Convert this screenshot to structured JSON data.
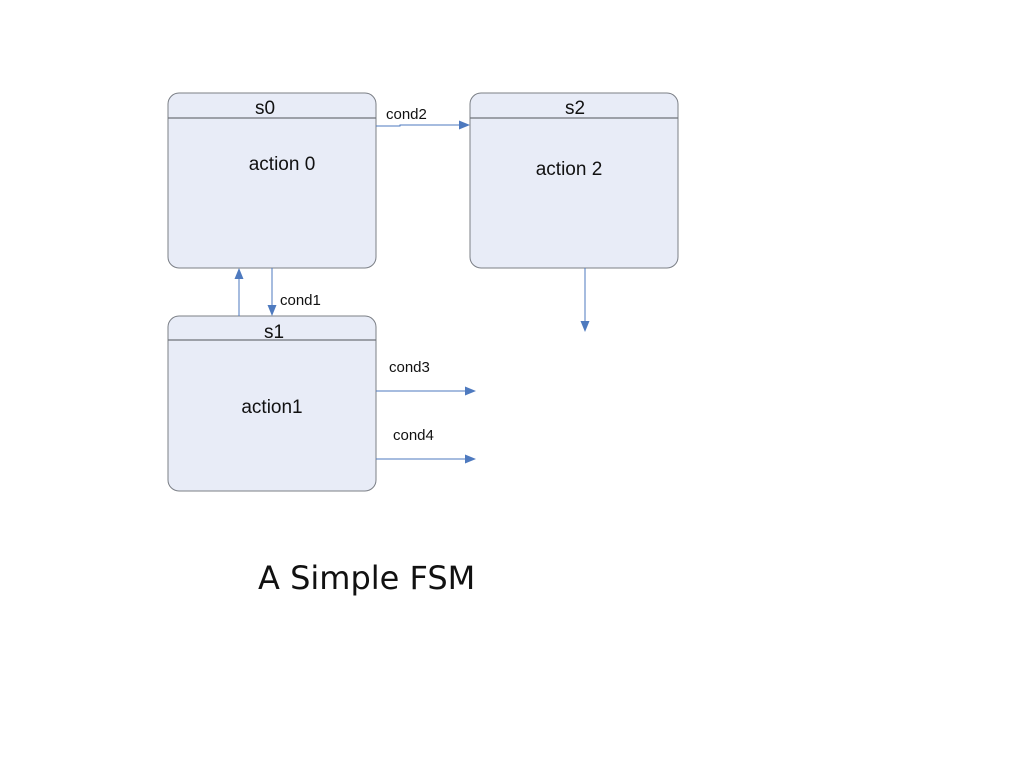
{
  "diagram": {
    "title": "A Simple FSM",
    "states": [
      {
        "id": "s0",
        "name": "s0",
        "action": "action 0"
      },
      {
        "id": "s1",
        "name": "s1",
        "action": "action1"
      },
      {
        "id": "s2",
        "name": "s2",
        "action": "action 2"
      }
    ],
    "transitions": [
      {
        "id": "cond1",
        "label": "cond1",
        "from": "s0",
        "to": "s1"
      },
      {
        "id": "cond2",
        "label": "cond2",
        "from": "s0",
        "to": "s2"
      },
      {
        "id": "cond3",
        "label": "cond3",
        "from": "s1",
        "to": ""
      },
      {
        "id": "cond4",
        "label": "cond4",
        "from": "s1",
        "to": ""
      },
      {
        "id": "s1-to-s0",
        "label": "",
        "from": "s1",
        "to": "s0"
      },
      {
        "id": "s2-out",
        "label": "",
        "from": "s2",
        "to": ""
      }
    ],
    "colors": {
      "state_fill": "#e8ecf7",
      "state_border": "#7b7f86",
      "arrow": "#4e7abf",
      "text": "#111111"
    }
  }
}
